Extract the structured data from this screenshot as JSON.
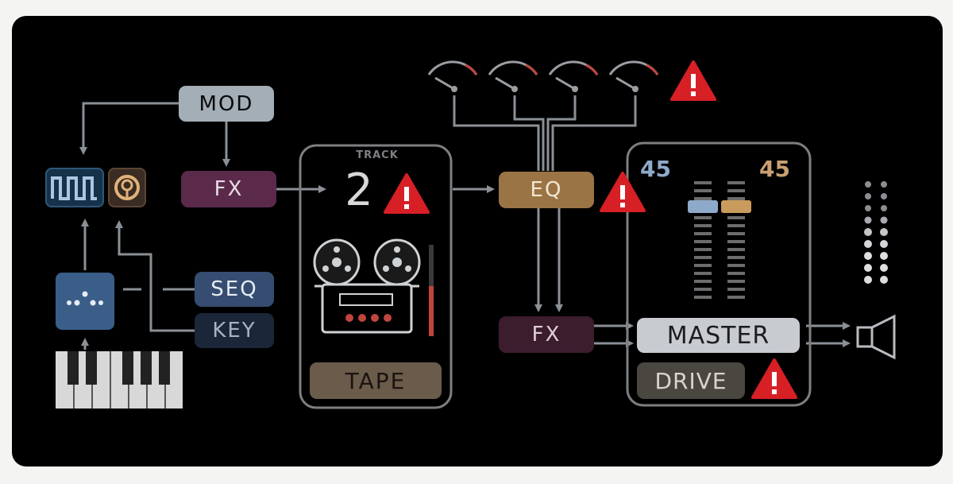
{
  "nodes": {
    "mod": "MOD",
    "fx_top": "FX",
    "seq": "SEQ",
    "key": "KEY",
    "track_caption": "TRACK",
    "track_number": "2",
    "tape": "TAPE",
    "eq": "EQ",
    "fx_bottom": "FX",
    "master": "MASTER",
    "drive": "DRIVE",
    "level_left": "45",
    "level_right": "45"
  },
  "colors": {
    "mod": "#a4aeb7",
    "fx_top": "#5b2a4b",
    "seq": "#364d71",
    "key": "#1b2638",
    "eq": "#9a7445",
    "fx_bottom": "#3b1d2e",
    "tape": "#6b5b4b",
    "master": "#c8ccd1",
    "drive": "#4a4640",
    "warning": "#d71f26",
    "wire": "#8a9096",
    "fader_left": "#8eaacb",
    "fader_right": "#c99b5c"
  },
  "icons": [
    "square-wave-icon",
    "filter-knob-icon",
    "dice-icon",
    "keyboard-icon",
    "tape-reel-icon",
    "speaker-icon",
    "gauge-icon",
    "warning-icon",
    "level-meter-icon"
  ],
  "meters": {
    "tape_level": 0.55
  }
}
